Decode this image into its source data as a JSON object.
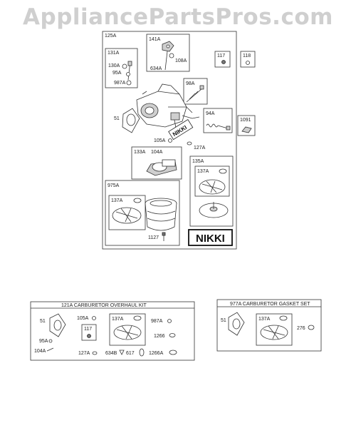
{
  "watermark": "AppliancePartsPros.com",
  "main_assembly": {
    "ref": "125A",
    "callouts": {
      "c131A": "131A",
      "c130A": "130A",
      "c95A": "95A",
      "c987A": "987A",
      "c141A": "141A",
      "c108A": "108A",
      "c634A": "634A",
      "c117": "117",
      "c118": "118",
      "c98A": "98A",
      "c51": "51",
      "c94A": "94A",
      "c1091": "1091",
      "c105A": "105A",
      "c127A": "127A",
      "c133A": "133A",
      "c104A": "104A",
      "c135A": "135A",
      "c137A_a": "137A",
      "c975A": "975A",
      "c137A_b": "137A",
      "c1127": "1127"
    },
    "nikki_label": "NIKKI",
    "nikki_logo": "NIKKI"
  },
  "overhaul_kit": {
    "title": "121A CARBURETOR OVERHAUL KIT",
    "callouts": {
      "c51": "51",
      "c105A": "105A",
      "c137A": "137A",
      "c987A": "987A",
      "c117": "117",
      "c1266": "1266",
      "c95A": "95A",
      "c104A": "104A",
      "c127A": "127A",
      "c634B": "634B",
      "c617": "617",
      "c1266A": "1266A"
    }
  },
  "gasket_set": {
    "title": "977A CARBURETOR GASKET SET",
    "callouts": {
      "c51": "51",
      "c137A": "137A",
      "c276": "276"
    }
  }
}
